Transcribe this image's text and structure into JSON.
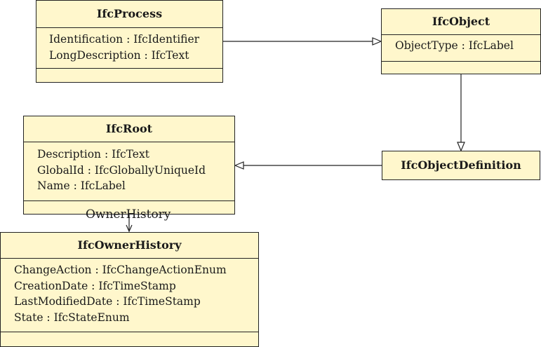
{
  "classes": {
    "ifc_process": {
      "name": "IfcProcess",
      "attributes": [
        "Identification : IfcIdentifier",
        "LongDescription : IfcText"
      ]
    },
    "ifc_object": {
      "name": "IfcObject",
      "attributes": [
        "ObjectType : IfcLabel"
      ]
    },
    "ifc_root": {
      "name": "IfcRoot",
      "attributes": [
        "Description : IfcText",
        "GlobalId : IfcGloballyUniqueId",
        "Name : IfcLabel"
      ]
    },
    "ifc_object_definition": {
      "name": "IfcObjectDefinition"
    },
    "ifc_owner_history": {
      "name": "IfcOwnerHistory",
      "attributes": [
        "ChangeAction : IfcChangeActionEnum",
        "CreationDate : IfcTimeStamp",
        "LastModifiedDate : IfcTimeStamp",
        "State : IfcStateEnum"
      ]
    }
  },
  "associations": {
    "owner_history_label": "OwnerHistory"
  },
  "colors": {
    "class_fill": "#fff7cc",
    "line": "#222222"
  }
}
